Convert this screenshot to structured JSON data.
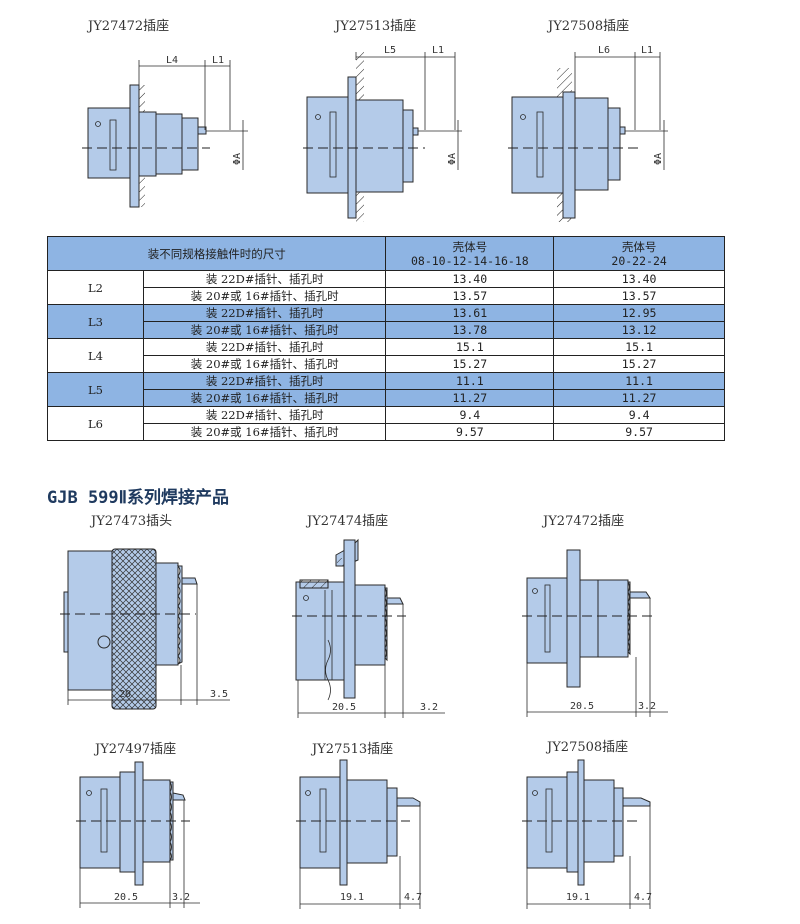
{
  "top_drawings": [
    {
      "title": "JY27472插座",
      "dims": [
        "L4",
        "L1",
        "ΦA"
      ]
    },
    {
      "title": "JY27513插座",
      "dims": [
        "L5",
        "L1",
        "ΦA"
      ]
    },
    {
      "title": "JY27508插座",
      "dims": [
        "L6",
        "L1",
        "ΦA"
      ]
    }
  ],
  "table": {
    "header": {
      "label": "装不同规格接触件时的尺寸",
      "col1": [
        "壳体号",
        "08-10-12-14-16-18"
      ],
      "col2": [
        "壳体号",
        "20-22-24"
      ]
    },
    "groups": [
      {
        "name": "L2",
        "rows": [
          {
            "desc": "装 22D#插针、插孔时",
            "a": "13.40",
            "b": "13.40"
          },
          {
            "desc": "装 20#或 16#插针、插孔时",
            "a": "13.57",
            "b": "13.57"
          }
        ]
      },
      {
        "name": "L3",
        "rows": [
          {
            "desc": "装 22D#插针、插孔时",
            "a": "13.61",
            "b": "12.95"
          },
          {
            "desc": "装 20#或 16#插针、插孔时",
            "a": "13.78",
            "b": "13.12"
          }
        ]
      },
      {
        "name": "L4",
        "rows": [
          {
            "desc": "装 22D#插针、插孔时",
            "a": "15.1",
            "b": "15.1"
          },
          {
            "desc": "装 20#或 16#插针、插孔时",
            "a": "15.27",
            "b": "15.27"
          }
        ]
      },
      {
        "name": "L5",
        "rows": [
          {
            "desc": "装 22D#插针、插孔时",
            "a": "11.1",
            "b": "11.1"
          },
          {
            "desc": "装 20#或 16#插针、插孔时",
            "a": "11.27",
            "b": "11.27"
          }
        ]
      },
      {
        "name": "L6",
        "rows": [
          {
            "desc": "装 22D#插针、插孔时",
            "a": "9.4",
            "b": "9.4"
          },
          {
            "desc": "装 20#或 16#插针、插孔时",
            "a": "9.57",
            "b": "9.57"
          }
        ]
      }
    ]
  },
  "section_title": "GJB 599Ⅱ系列焊接产品",
  "weld_drawings": [
    {
      "title": "JY27473插头",
      "dims": [
        "20",
        "3.5"
      ]
    },
    {
      "title": "JY27474插座",
      "dims": [
        "20.5",
        "3.2"
      ]
    },
    {
      "title": "JY27472插座",
      "dims": [
        "20.5",
        "3.2"
      ]
    },
    {
      "title": "JY27497插座",
      "dims": [
        "20.5",
        "3.2"
      ]
    },
    {
      "title": "JY27513插座",
      "dims": [
        "19.1",
        "4.7"
      ]
    },
    {
      "title": "JY27508插座",
      "dims": [
        "19.1",
        "4.7"
      ]
    }
  ],
  "colors": {
    "fill": "#b4cbe9",
    "table_highlight": "#8eb4e3",
    "heading": "#1f3a5f"
  }
}
